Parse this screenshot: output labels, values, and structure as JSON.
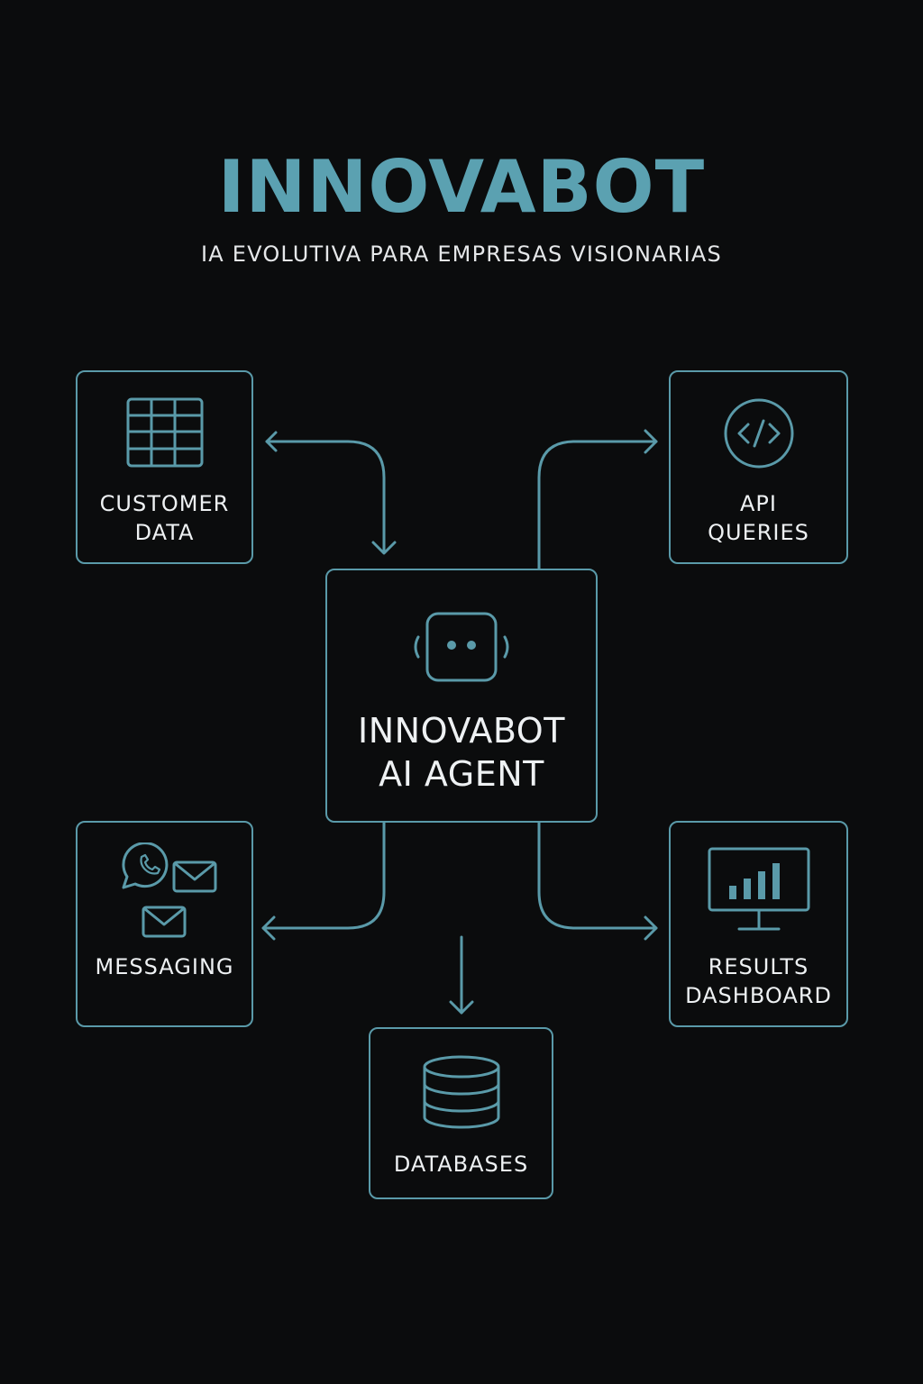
{
  "header": {
    "title": "INNOVABOT",
    "subtitle": "IA EVOLUTIVA PARA EMPRESAS VISIONARIAS"
  },
  "nodes": {
    "customer_data": {
      "label": "CUSTOMER\nDATA",
      "icon": "table-grid-icon"
    },
    "api_queries": {
      "label": "API\nQUERIES",
      "icon": "code-icon"
    },
    "agent": {
      "label": "INNOVABOT\nAI AGENT",
      "icon": "robot-icon"
    },
    "messaging": {
      "label": "MESSAGING",
      "icon": "whatsapp-and-mail-icon"
    },
    "results_dashboard": {
      "label": "RESULTS\nDASHBOARD",
      "icon": "monitor-bar-chart-icon"
    },
    "databases": {
      "label": "DATABASES",
      "icon": "database-icon"
    }
  },
  "colors": {
    "background": "#0b0c0d",
    "accent": "#5ba1b1",
    "text": "#eef1f3"
  }
}
